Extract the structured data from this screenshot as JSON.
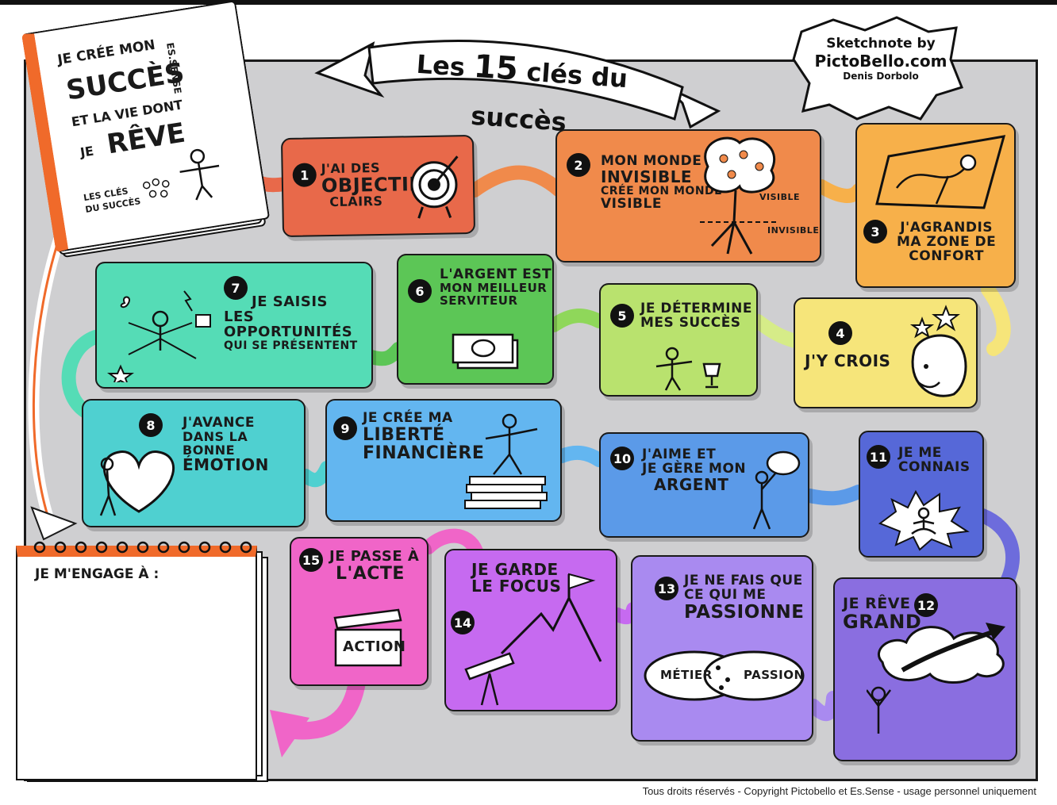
{
  "title": {
    "prefix": "Les",
    "number": "15",
    "suffix": "clés du succès"
  },
  "badge": {
    "line1": "Sketchnote by",
    "line2": "PictoBello.com",
    "line3": "Denis Dorbolo"
  },
  "notebook_top": {
    "line1": "Je crée mon",
    "line2": "Succès",
    "line3": "et la vie dont",
    "line4": "je",
    "line5": "Rêve",
    "side": "Es.Sense",
    "caption1": "Les clés",
    "caption2": "du succès"
  },
  "notebook_bottom": {
    "heading": "Je m'engage à :"
  },
  "steps": [
    {
      "num": "1",
      "lines": [
        "J'ai des",
        "objectifs",
        "clairs"
      ]
    },
    {
      "num": "2",
      "lines": [
        "Mon monde",
        "invisible",
        "crée mon monde",
        "visible"
      ],
      "label_visible": "Visible",
      "label_invisible": "Invisible"
    },
    {
      "num": "3",
      "lines": [
        "J'agrandis",
        "ma zone de",
        "confort"
      ]
    },
    {
      "num": "4",
      "lines": [
        "J'y crois"
      ]
    },
    {
      "num": "5",
      "lines": [
        "Je détermine",
        "mes succès"
      ]
    },
    {
      "num": "6",
      "lines": [
        "L'argent est",
        "mon meilleur",
        "serviteur"
      ]
    },
    {
      "num": "7",
      "lines": [
        "Je saisis",
        "les opportunités",
        "qui se présentent"
      ]
    },
    {
      "num": "8",
      "lines": [
        "J'avance",
        "dans la bonne",
        "émotion"
      ]
    },
    {
      "num": "9",
      "lines": [
        "Je crée ma",
        "liberté",
        "financière"
      ]
    },
    {
      "num": "10",
      "lines": [
        "J'aime et",
        "je gère mon",
        "argent"
      ]
    },
    {
      "num": "11",
      "lines": [
        "Je me",
        "connais"
      ]
    },
    {
      "num": "12",
      "lines": [
        "Je rêve",
        "grand"
      ]
    },
    {
      "num": "13",
      "lines": [
        "Je ne fais que",
        "ce qui me",
        "passionne"
      ],
      "label_left": "Métier",
      "label_right": "Passion"
    },
    {
      "num": "14",
      "lines": [
        "Je garde",
        "le focus"
      ]
    },
    {
      "num": "15",
      "lines": [
        "Je passe à",
        "l'acte"
      ],
      "clapper": "Action"
    }
  ],
  "footer": "Tous droits réservés - Copyright Pictobello et Es.Sense - usage personnel uniquement",
  "colors": {
    "s1": "#e8694a",
    "s2": "#f08a4b",
    "s3": "#f7b04a",
    "s4": "#f6e57a",
    "s5": "#b9e26e",
    "s6": "#5cc656",
    "s7": "#55dcb6",
    "s8": "#4fd0d0",
    "s9": "#63b6f0",
    "s10": "#5b9ae8",
    "s11": "#5668d8",
    "s12": "#8a6ee0",
    "s13": "#a98af0",
    "s14": "#c66af0",
    "s15": "#f065c8",
    "board": "#cfcfd1",
    "notebook_spine": "#f06a2a"
  }
}
